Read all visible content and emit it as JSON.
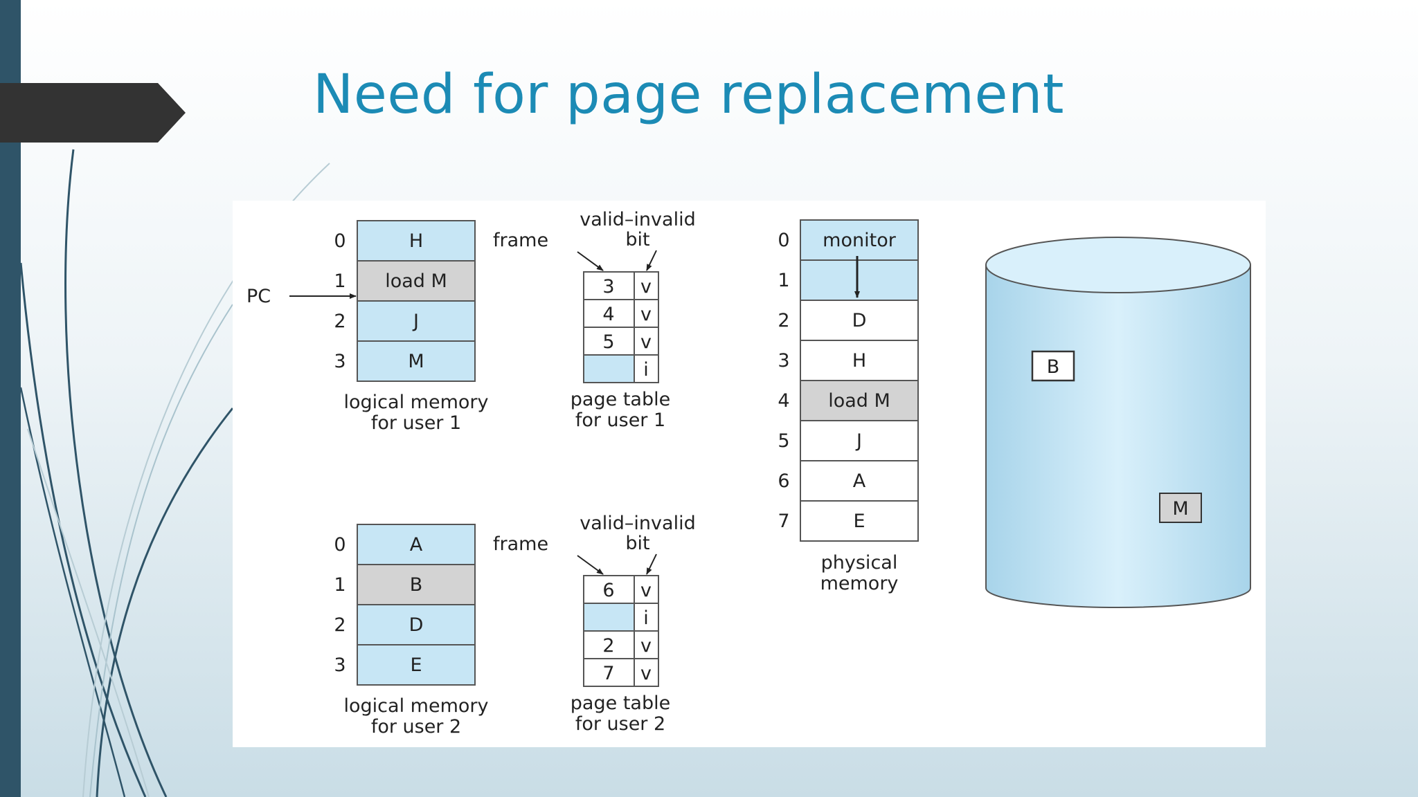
{
  "slide": {
    "title": "Need for page replacement"
  },
  "colors": {
    "title": "#1c8bb5",
    "left_bar": "#2f5468",
    "arrow_tab": "#333333",
    "memory_cell_blue": "#c7e6f5",
    "memory_cell_gray": "#d3d3d3",
    "disk_fill": "#c7e6f5"
  },
  "diagram": {
    "pc_label": "PC",
    "frame_label": "frame",
    "valid_invalid_line1": "valid–invalid",
    "valid_invalid_line2": "bit",
    "user1": {
      "logical_memory": [
        {
          "index": "0",
          "content": "H",
          "fill": "blue"
        },
        {
          "index": "1",
          "content": "load M",
          "fill": "gray"
        },
        {
          "index": "2",
          "content": "J",
          "fill": "blue"
        },
        {
          "index": "3",
          "content": "M",
          "fill": "blue"
        }
      ],
      "logical_caption_line1": "logical memory",
      "logical_caption_line2": "for user 1",
      "page_table": [
        {
          "frame": "3",
          "bit": "v"
        },
        {
          "frame": "4",
          "bit": "v"
        },
        {
          "frame": "5",
          "bit": "v"
        },
        {
          "frame": "",
          "bit": "i"
        }
      ],
      "page_table_caption_line1": "page table",
      "page_table_caption_line2": "for user 1"
    },
    "user2": {
      "logical_memory": [
        {
          "index": "0",
          "content": "A",
          "fill": "blue"
        },
        {
          "index": "1",
          "content": "B",
          "fill": "gray"
        },
        {
          "index": "2",
          "content": "D",
          "fill": "blue"
        },
        {
          "index": "3",
          "content": "E",
          "fill": "blue"
        }
      ],
      "logical_caption_line1": "logical memory",
      "logical_caption_line2": "for user 2",
      "page_table": [
        {
          "frame": "6",
          "bit": "v"
        },
        {
          "frame": "",
          "bit": "i"
        },
        {
          "frame": "2",
          "bit": "v"
        },
        {
          "frame": "7",
          "bit": "v"
        }
      ],
      "page_table_caption_line1": "page table",
      "page_table_caption_line2": "for user 2"
    },
    "physical_memory": [
      {
        "index": "0",
        "content": "monitor",
        "fill": "blue"
      },
      {
        "index": "1",
        "content": "",
        "fill": "blue"
      },
      {
        "index": "2",
        "content": "D",
        "fill": "white"
      },
      {
        "index": "3",
        "content": "H",
        "fill": "white"
      },
      {
        "index": "4",
        "content": "load M",
        "fill": "gray"
      },
      {
        "index": "5",
        "content": "J",
        "fill": "white"
      },
      {
        "index": "6",
        "content": "A",
        "fill": "white"
      },
      {
        "index": "7",
        "content": "E",
        "fill": "white"
      }
    ],
    "physical_caption_line1": "physical",
    "physical_caption_line2": "memory",
    "disk_items": [
      "B",
      "M"
    ]
  }
}
